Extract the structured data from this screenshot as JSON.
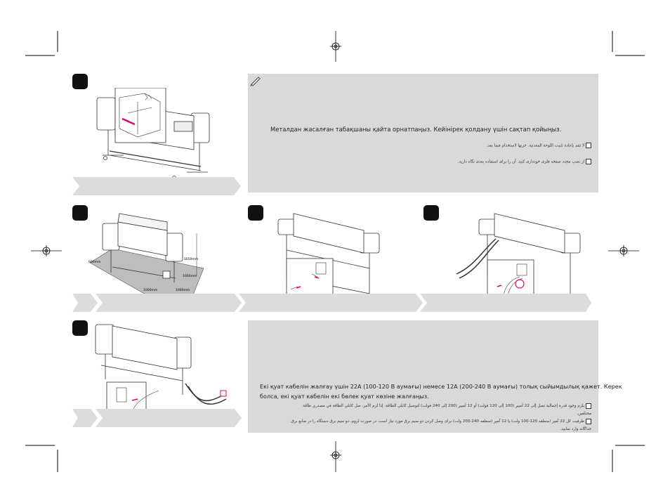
{
  "note1": {
    "kk": "Металдан жасалған табақшаны қайта орнатпаңыз. Кейінірек қолдану үшін сақтап қойыңыз.",
    "ar": "لا تقم بإعادة تثبيت اللوحة المعدنية. خزنها لاستخدام فيما بعد.",
    "fa": "از نصب مجدد صفحه فلزی خودداری کنید. آن را برای استفاده بعدی نگاه دارید."
  },
  "note2": {
    "kk_line1": "Екі қуат кабелін жалғау үшін 22А (100-120 В аумағы) немесе 12А (200-240 В аумағы) толық сыйымдылық қажет. Керек",
    "kk_line2": "болса, екі қуат кабелін екі бөлек қуат көзіне жалғаңыз.",
    "ar_line1": "يلزم وجود قدرة إجمالية تصل إلى 22 أمبير (100 إلى 120 فولت) أو 12 أمبير (200 إلى 240 فولت) لتوصيل كابلي الطاقة. إذا لزم الأمر، صل كابلي الطاقة في مصدري طاقة",
    "ar_line2": "مختلفين.",
    "fa_line1": "ظرفیت کل 22 آمپر (منطقه 120-100 ولت) یا 12 آمپر (منطقه 240-200 ولت) برای وصل کردن دو سیم برق مورد نیاز است. در صورت لزوم، دو سیم برق دستگاه را در منابع برق",
    "fa_line2": "جداگانه وارد نمایید."
  },
  "dimensions": {
    "d1": "600mm",
    "d2": "1000mm",
    "d3": "1650mm",
    "d4": "1000mm",
    "d5": "1000mm"
  },
  "colors": {
    "note_bg": "#d9d9d9",
    "arrow_bg": "#dcdcdc",
    "step_badge": "#111111",
    "accent": "#e2007a"
  }
}
